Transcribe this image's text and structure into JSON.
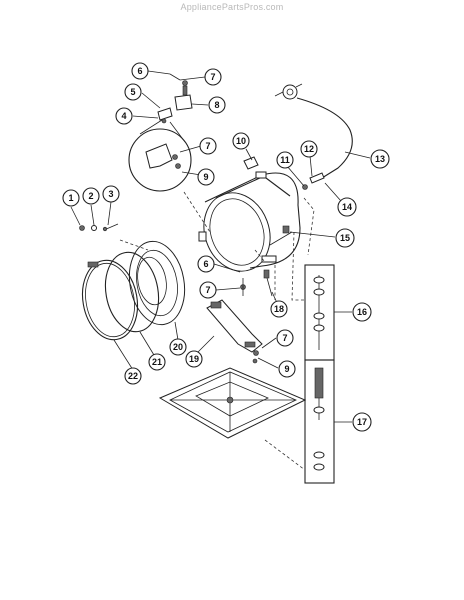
{
  "watermark": "AppliancePartsPros.com",
  "callouts": [
    {
      "id": "c1",
      "label": "1"
    },
    {
      "id": "c2",
      "label": "2"
    },
    {
      "id": "c3",
      "label": "3"
    },
    {
      "id": "c4",
      "label": "4"
    },
    {
      "id": "c5",
      "label": "5"
    },
    {
      "id": "c6a",
      "label": "6"
    },
    {
      "id": "c6b",
      "label": "6"
    },
    {
      "id": "c7a",
      "label": "7"
    },
    {
      "id": "c7b",
      "label": "7"
    },
    {
      "id": "c7c",
      "label": "7"
    },
    {
      "id": "c7d",
      "label": "7"
    },
    {
      "id": "c8",
      "label": "8"
    },
    {
      "id": "c9a",
      "label": "9"
    },
    {
      "id": "c9b",
      "label": "9"
    },
    {
      "id": "c10",
      "label": "10"
    },
    {
      "id": "c11",
      "label": "11"
    },
    {
      "id": "c12",
      "label": "12"
    },
    {
      "id": "c13",
      "label": "13"
    },
    {
      "id": "c14",
      "label": "14"
    },
    {
      "id": "c15",
      "label": "15"
    },
    {
      "id": "c16",
      "label": "16"
    },
    {
      "id": "c17",
      "label": "17"
    },
    {
      "id": "c18",
      "label": "18"
    },
    {
      "id": "c19",
      "label": "19"
    },
    {
      "id": "c20",
      "label": "20"
    },
    {
      "id": "c21",
      "label": "21"
    },
    {
      "id": "c22",
      "label": "22"
    }
  ]
}
